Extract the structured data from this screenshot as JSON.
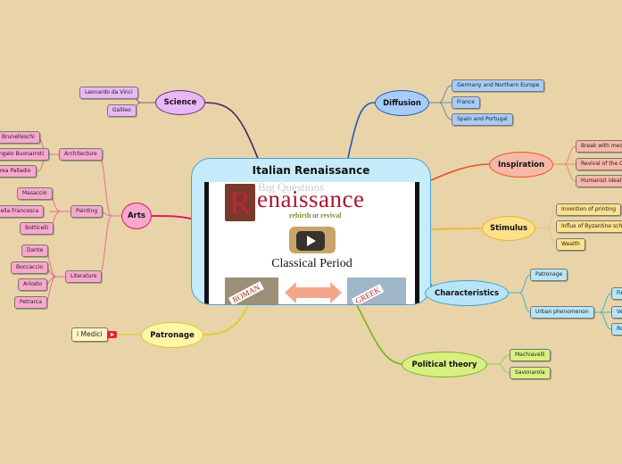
{
  "central": {
    "title": "Italian Renaissance",
    "video": {
      "heading_overlay": "Big Questions",
      "heading": "enaissance",
      "initial": "R",
      "subtitle_a": "rebirth",
      "subtitle_or": " or ",
      "subtitle_b": "revival",
      "caption": "Classical Period",
      "tag_left": "ROMAN",
      "tag_right": "GREEK",
      "play_icon": "play-icon"
    }
  },
  "topics": {
    "science": {
      "label": "Science",
      "color": "#e8b8f4",
      "border": "#6a2a7a",
      "children": [
        "Leonardo da Vinci",
        "Galileo"
      ]
    },
    "arts": {
      "label": "Arts",
      "color": "#f9a8cc",
      "border": "#e0186c",
      "architecture": {
        "label": "Architecture",
        "children": [
          "Brunelleschi",
          "Michelangelo Buonarroti",
          "Andrea Palladio"
        ]
      },
      "painting": {
        "label": "Painting",
        "children": [
          "Masaccio",
          "Piero della Francesca",
          "Botticelli"
        ]
      },
      "literature": {
        "label": "Literature",
        "children": [
          "Dante",
          "Boccaccio",
          "Ariosto",
          "Petrarca"
        ]
      }
    },
    "patronage": {
      "label": "Patronage",
      "color": "#fff6a8",
      "border": "#e0c820",
      "children": [
        "i Medici"
      ]
    },
    "diffusion": {
      "label": "Diffusion",
      "color": "#a8ccf8",
      "border": "#1a5cc0",
      "children": [
        "Germany and Northern Europe",
        "France",
        "Spain and Portugal"
      ]
    },
    "inspiration": {
      "label": "Inspiration",
      "color": "#f8b8a8",
      "border": "#e85020",
      "children": [
        "Break with medieval",
        "Revival of the Classical",
        "Humanist ideals"
      ]
    },
    "stimulus": {
      "label": "Stimulus",
      "color": "#fde08c",
      "border": "#f0b020",
      "children": [
        "Invention of printing",
        "Influx of Byzantine scholars",
        "Wealth"
      ]
    },
    "characteristics": {
      "label": "Characteristics",
      "color": "#b8e4f8",
      "border": "#3aa0d0",
      "children": [
        "Patronage",
        "Urban phenomenon"
      ],
      "urban_children": [
        "Firenze",
        "Venezia",
        "Roma"
      ]
    },
    "political": {
      "label": "Political theory",
      "color": "#d8f080",
      "border": "#7ab020",
      "children": [
        "Machiavelli",
        "Savonarola"
      ]
    }
  }
}
